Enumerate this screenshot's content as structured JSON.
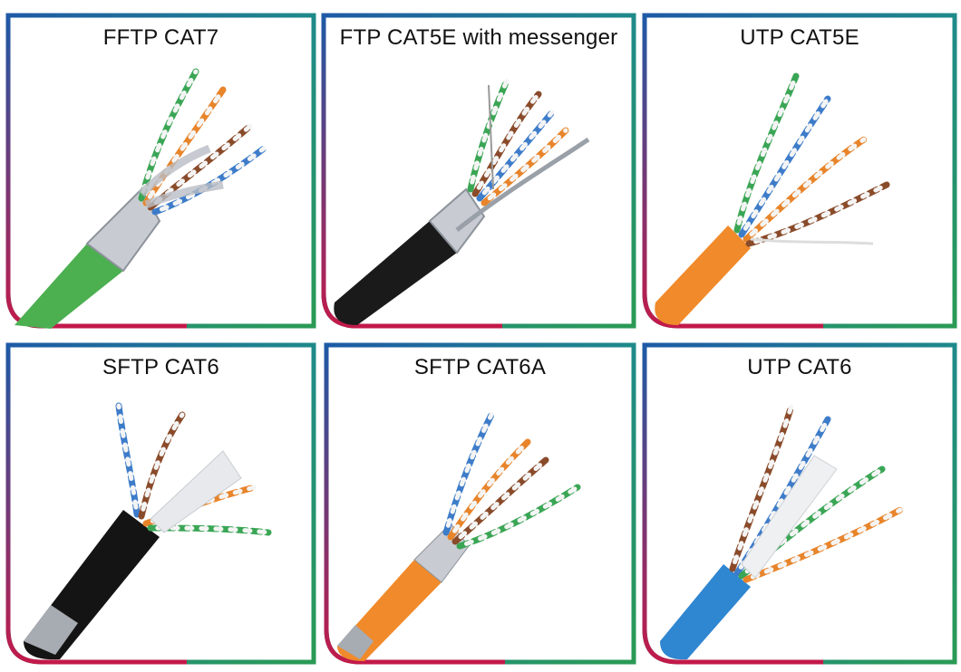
{
  "panels": [
    {
      "label": "FFTP CAT7",
      "jacket_color": "#4caf50",
      "pair_colors": [
        "#3aa655",
        "#e8842a",
        "#8a4b2a",
        "#3d7cc9"
      ]
    },
    {
      "label": "FTP CAT5E with messenger",
      "jacket_color": "#1a1a1a",
      "pair_colors": [
        "#3aa655",
        "#8a4b2a",
        "#3d7cc9",
        "#e8842a"
      ]
    },
    {
      "label": "UTP CAT5E",
      "jacket_color": "#f08a2a",
      "pair_colors": [
        "#3aa655",
        "#3d7cc9",
        "#e8842a",
        "#8a4b2a"
      ]
    },
    {
      "label": "SFTP CAT6",
      "jacket_color": "#141414",
      "pair_colors": [
        "#3d7cc9",
        "#8a4b2a",
        "#e8842a",
        "#3aa655"
      ]
    },
    {
      "label": "SFTP CAT6A",
      "jacket_color": "#f08a2a",
      "pair_colors": [
        "#3d7cc9",
        "#e8842a",
        "#8a4b2a",
        "#3aa655"
      ]
    },
    {
      "label": "UTP CAT6",
      "jacket_color": "#2f86d1",
      "pair_colors": [
        "#8a4b2a",
        "#3d7cc9",
        "#3aa655",
        "#e8842a"
      ]
    }
  ]
}
